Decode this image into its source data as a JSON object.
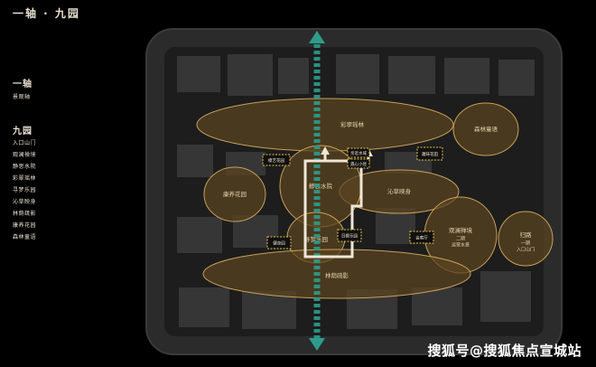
{
  "title": "一轴 · 九园",
  "legend": {
    "axis_heading": "一轴",
    "axis_items": [
      "景观轴"
    ],
    "gardens_heading": "九园",
    "garden_items": [
      "入口山门",
      "观澜禅境",
      "静思水院",
      "彩翠瑶林",
      "寻梦乐园",
      "沁草映身",
      "林荫疏影",
      "康养花园",
      "森林童语"
    ]
  },
  "zones": {
    "caicui": "彩翠瑶林",
    "senlin": "森林童语",
    "kangyang": "康养花园",
    "jingsi": "静思水院",
    "qincao": "沁草映身",
    "guanlan": "观澜禅境",
    "guanlan_sub1": "二期",
    "guanlan_sub2": "运营水景",
    "rukou": "归路",
    "rukou_sub1": "一期",
    "rukou_sub2": "入口山门",
    "xunmeng": "寻梦乐园",
    "linyin": "林荫疏影"
  },
  "pavilions": {
    "p1": "模艺花园",
    "p2": "亲近水域",
    "p3": "遇心小径",
    "p4": "趣味花田",
    "p5": "健身园",
    "p6": "日晷乐园",
    "p7": "会客厅"
  },
  "colors": {
    "zone_fill": "#5a4420",
    "zone_stroke": "#c9a05a",
    "zone_text": "#e6d2a8",
    "axis": "#2e9c8a",
    "path": "#efe6d6",
    "pavilion": "#e6c24a"
  },
  "watermark": "搜狐号@搜狐焦点宣城站"
}
